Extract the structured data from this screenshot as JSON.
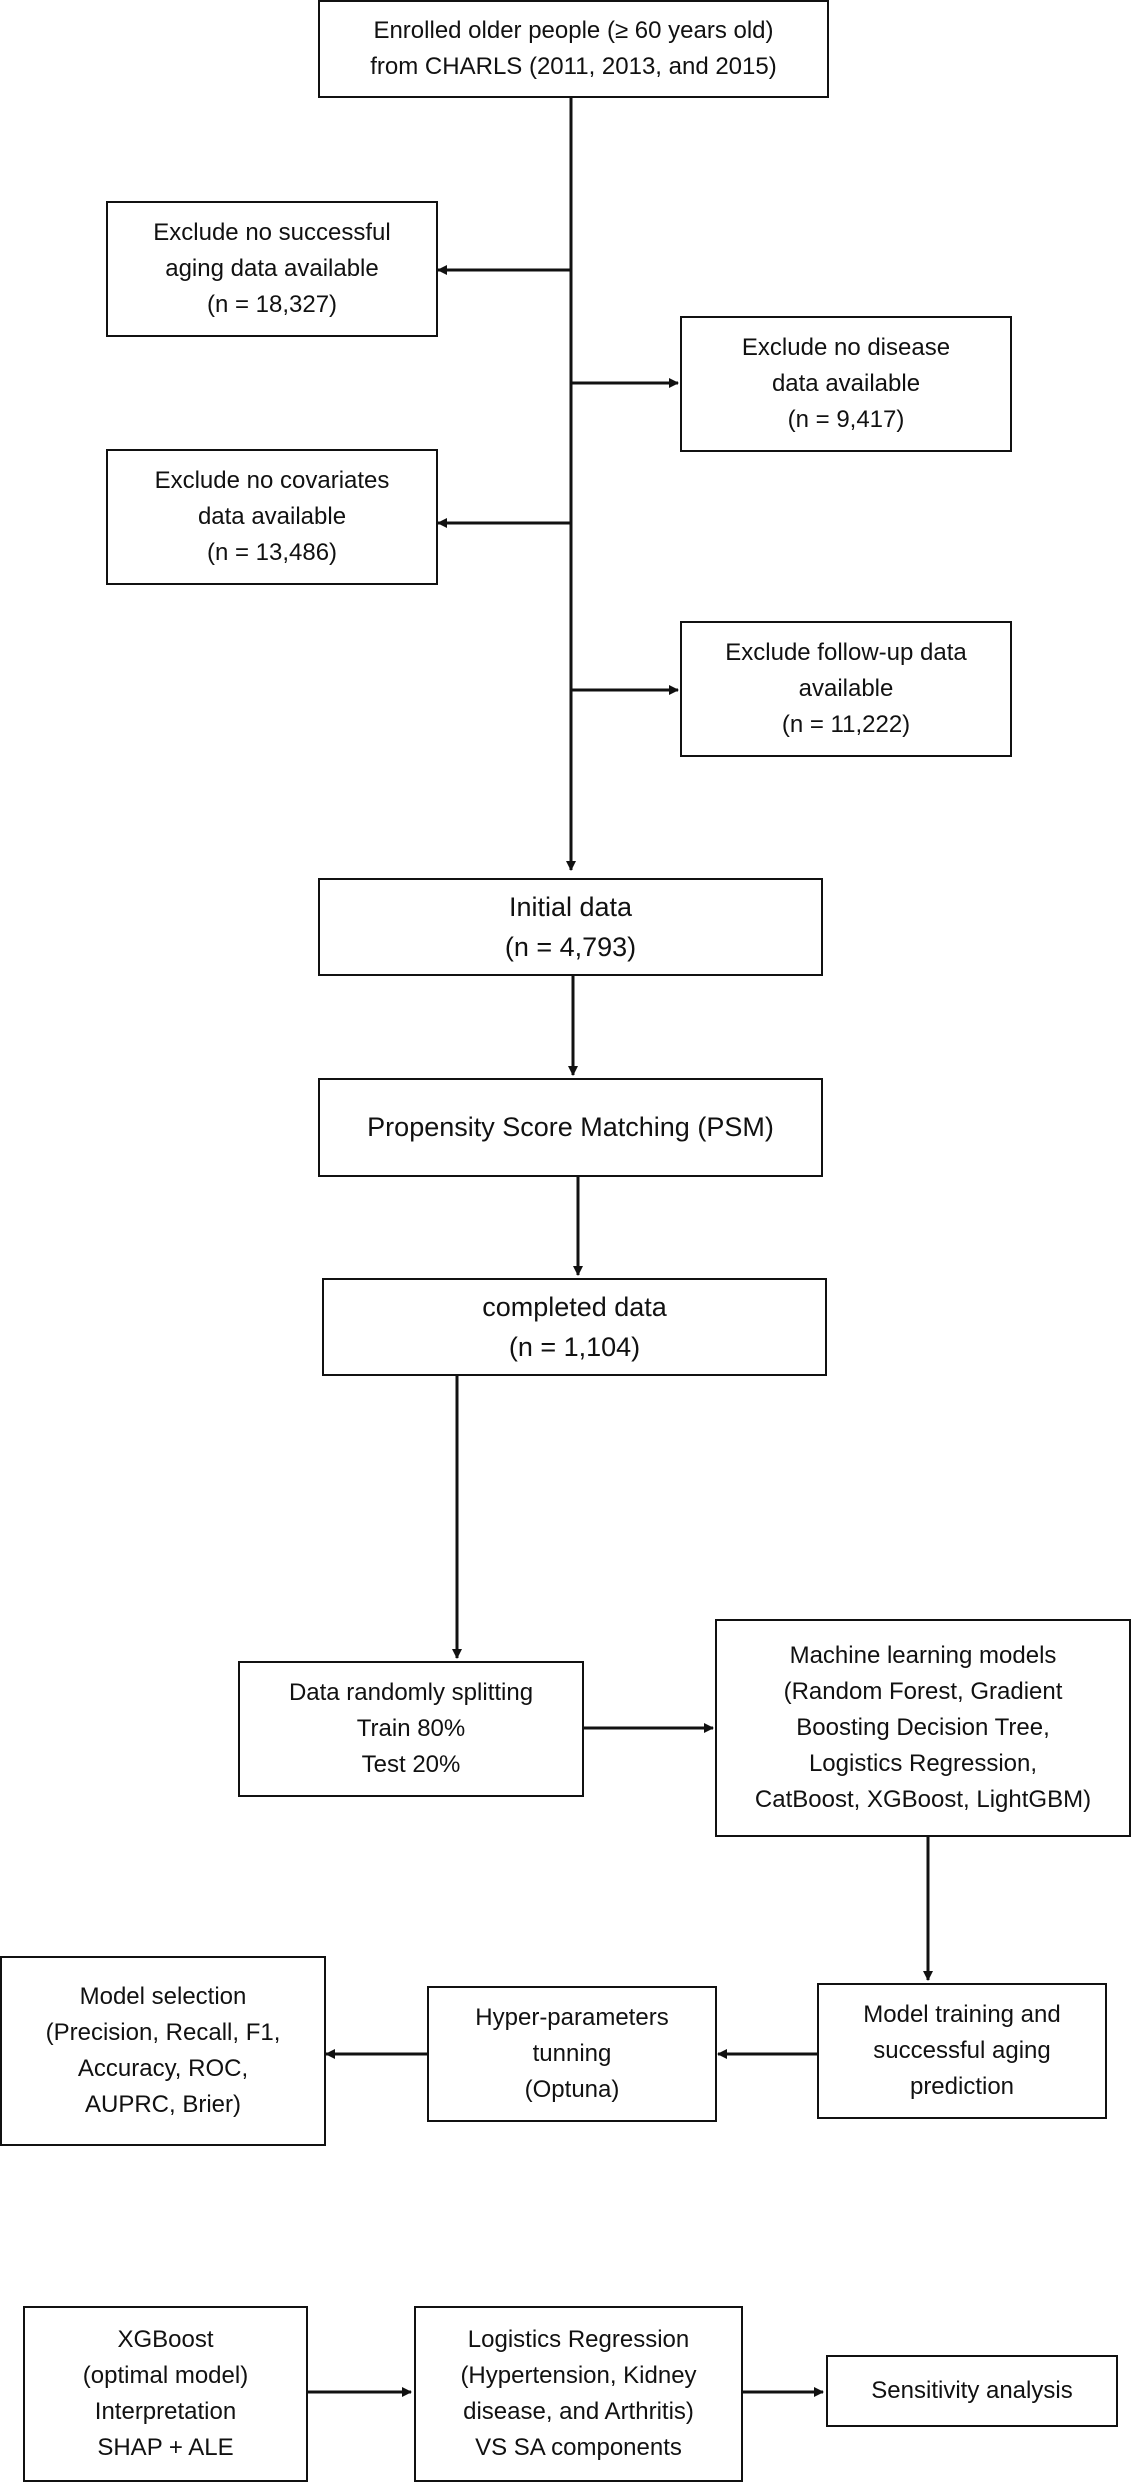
{
  "boxes": {
    "enrolled": [
      "Enrolled older people (≥ 60 years old)",
      "from CHARLS (2011, 2013, and 2015)"
    ],
    "excl_sa": [
      "Exclude no successful",
      "aging data available",
      "(n = 18,327)"
    ],
    "excl_disease": [
      "Exclude no disease",
      "data available",
      "(n = 9,417)"
    ],
    "excl_cov": [
      "Exclude no covariates",
      "data available",
      "(n = 13,486)"
    ],
    "excl_followup": [
      "Exclude follow-up data",
      "available",
      "(n = 11,222)"
    ],
    "initial": [
      "Initial data",
      "(n = 4,793)"
    ],
    "psm": [
      "Propensity Score Matching (PSM)"
    ],
    "completed": [
      "completed data",
      "(n = 1,104)"
    ],
    "split": [
      "Data randomly splitting",
      "Train 80%",
      "Test 20%"
    ],
    "ml_models": [
      "Machine learning models",
      "(Random Forest, Gradient",
      "Boosting Decision Tree,",
      "Logistics Regression,",
      "CatBoost, XGBoost, LightGBM)"
    ],
    "training": [
      "Model training and",
      "successful aging",
      "prediction"
    ],
    "hyper": [
      "Hyper-parameters",
      "tunning",
      "(Optuna)"
    ],
    "selection": [
      "Model selection",
      "(Precision, Recall, F1,",
      "Accuracy, ROC,",
      "AUPRC, Brier)"
    ],
    "xgboost": [
      "XGBoost",
      "(optimal model)",
      "Interpretation",
      "SHAP + ALE"
    ],
    "logistic": [
      "Logistics Regression",
      "(Hypertension, Kidney",
      "disease, and Arthritis)",
      "VS SA components"
    ],
    "sensitivity": [
      "Sensitivity analysis"
    ]
  }
}
